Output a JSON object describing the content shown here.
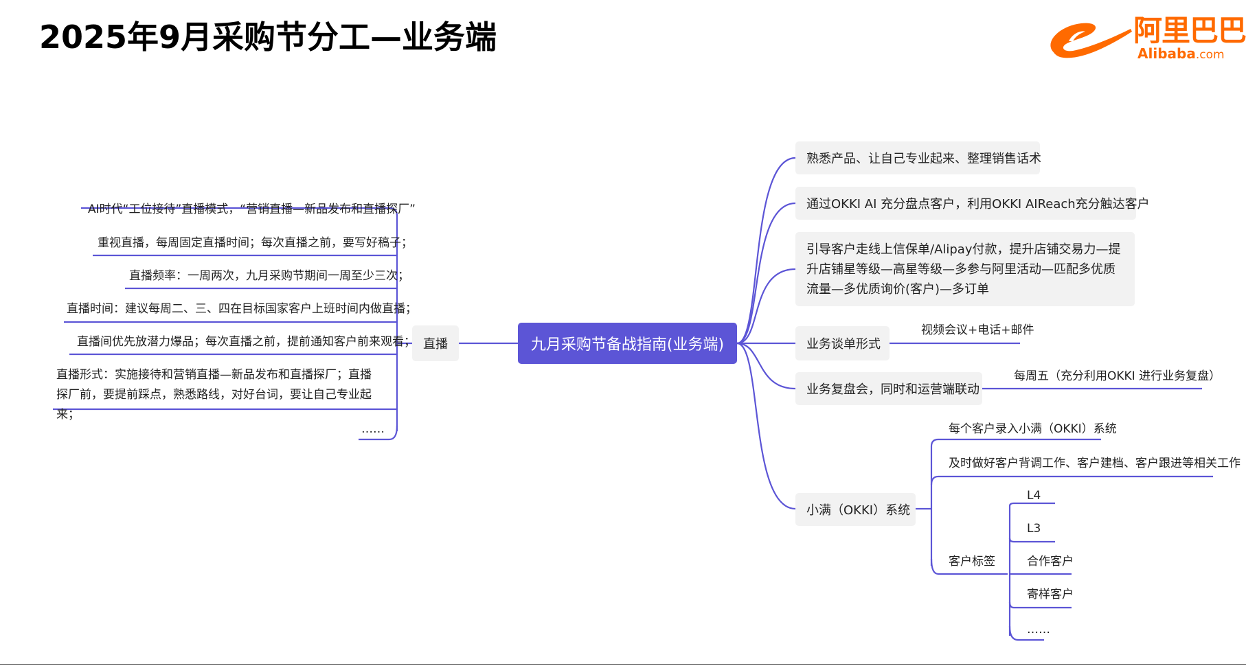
{
  "title": "2025年9月采购节分工—业务端",
  "logo": {
    "cn": "阿里巴巴",
    "en_main": "Alibaba",
    "en_suffix": ".com"
  },
  "colors": {
    "branch": "#5c55d6",
    "center_fill": "#5c55d6",
    "topic_fill": "#f2f2f2",
    "logo": "#ff6a00"
  },
  "mindmap": {
    "center": "九月采购节备战指南(业务端)",
    "left_branch": {
      "label": "直播",
      "items": [
        "AI时代“工位接待”直播模式，“营销直播—新品发布和直播探厂”",
        "重视直播，每周固定直播时间；每次直播之前，要写好稿子；",
        "直播频率：一周两次，九月采购节期间一周至少三次；",
        "直播时间：建议每周二、三、四在目标国家客户上班时间内做直播；",
        "直播间优先放潜力爆品；每次直播之前，提前通知客户前来观看；",
        "直播形式：实施接待和营销直播—新品发布和直播探厂；直播探厂前，要提前踩点，熟悉路线，对好台词，要让自己专业起来；",
        "……"
      ]
    },
    "right_branches": [
      {
        "label": "熟悉产品、让自己专业起来、整理销售话术"
      },
      {
        "label": "通过OKKI AI 充分盘点客户，利用OKKI AIReach充分触达客户"
      },
      {
        "label": "引导客户走线上信保单/Alipay付款，提升店铺交易力—提升店铺星等级—高星等级—多参与阿里活动—匹配多优质流量—多优质询价(客户)—多订单"
      },
      {
        "label": "业务谈单形式",
        "children": [
          "视频会议+电话+邮件"
        ]
      },
      {
        "label": "业务复盘会，同时和运营端联动",
        "children": [
          "每周五（充分利用OKKI 进行业务复盘）"
        ]
      },
      {
        "label": "小满（OKKI）系统",
        "children": [
          "每个客户录入小满（OKKI）系统",
          "及时做好客户背调工作、客户建档、客户跟进等相关工作",
          {
            "label": "客户标签",
            "children": [
              "L4",
              "L3",
              "合作客户",
              "寄样客户",
              "……"
            ]
          }
        ]
      }
    ]
  }
}
